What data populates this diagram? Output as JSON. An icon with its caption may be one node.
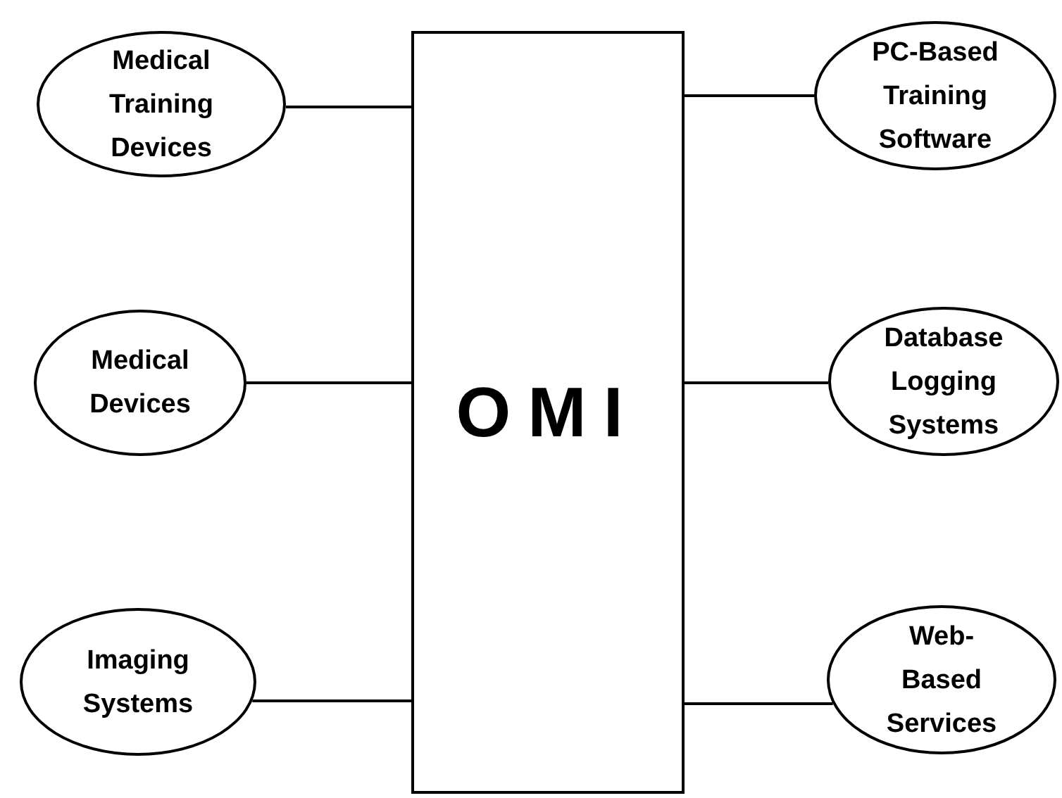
{
  "diagram": {
    "nodes": [
      {
        "text": [
          "OMI"
        ]
      },
      {
        "text": [
          "Medical Training Devices"
        ]
      },
      {
        "text": [
          "Medical Devices"
        ]
      },
      {
        "text": [
          "Imaging Systems"
        ]
      },
      {
        "text": [
          "PC-Based Training Software"
        ]
      },
      {
        "text": [
          "Database Logging Systems"
        ]
      },
      {
        "text": [
          "Web-Based Services"
        ]
      }
    ],
    "edges": [
      {
        "from": 1,
        "to": 0,
        "arrow": "none"
      },
      {
        "from": 2,
        "to": 0,
        "arrow": "none"
      },
      {
        "from": 3,
        "to": 0,
        "arrow": "none"
      },
      {
        "from": 0,
        "to": 4,
        "arrow": "none"
      },
      {
        "from": 0,
        "to": 5,
        "arrow": "none"
      },
      {
        "from": 0,
        "to": 6,
        "arrow": "none"
      }
    ]
  }
}
